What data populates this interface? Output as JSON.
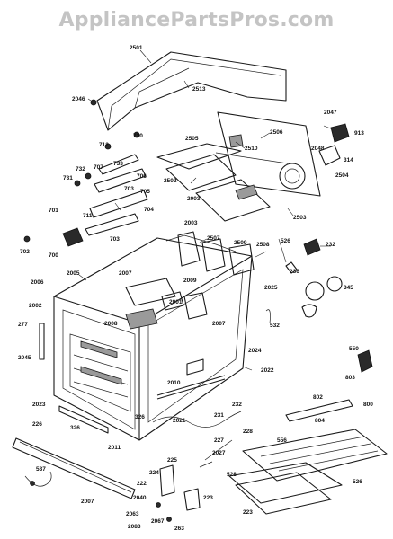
{
  "watermark": "AppliancePartsPros.com",
  "labels": [
    {
      "text": "2501"
    },
    {
      "text": "2513"
    },
    {
      "text": "2046"
    },
    {
      "text": "2047"
    },
    {
      "text": "913"
    },
    {
      "text": "2048"
    },
    {
      "text": "314"
    },
    {
      "text": "2504"
    },
    {
      "text": "2503"
    },
    {
      "text": "2506"
    },
    {
      "text": "2510"
    },
    {
      "text": "2505"
    },
    {
      "text": "2502"
    },
    {
      "text": "2003"
    },
    {
      "text": "2003"
    },
    {
      "text": "2507"
    },
    {
      "text": "2509"
    },
    {
      "text": "2508"
    },
    {
      "text": "720"
    },
    {
      "text": "712"
    },
    {
      "text": "707"
    },
    {
      "text": "733"
    },
    {
      "text": "732"
    },
    {
      "text": "731"
    },
    {
      "text": "706"
    },
    {
      "text": "705"
    },
    {
      "text": "704"
    },
    {
      "text": "703"
    },
    {
      "text": "711"
    },
    {
      "text": "701"
    },
    {
      "text": "703"
    },
    {
      "text": "702"
    },
    {
      "text": "700"
    },
    {
      "text": "2005"
    },
    {
      "text": "2006"
    },
    {
      "text": "2002"
    },
    {
      "text": "2007"
    },
    {
      "text": "2008"
    },
    {
      "text": "2001"
    },
    {
      "text": "2009"
    },
    {
      "text": "2007"
    },
    {
      "text": "526"
    },
    {
      "text": "232"
    },
    {
      "text": "236"
    },
    {
      "text": "345"
    },
    {
      "text": "2025"
    },
    {
      "text": "2024"
    },
    {
      "text": "532"
    },
    {
      "text": "277"
    },
    {
      "text": "2045"
    },
    {
      "text": "2022"
    },
    {
      "text": "550"
    },
    {
      "text": "2023"
    },
    {
      "text": "226"
    },
    {
      "text": "326"
    },
    {
      "text": "2011"
    },
    {
      "text": "2010"
    },
    {
      "text": "2021"
    },
    {
      "text": "326"
    },
    {
      "text": "231"
    },
    {
      "text": "232"
    },
    {
      "text": "227"
    },
    {
      "text": "228"
    },
    {
      "text": "802"
    },
    {
      "text": "804"
    },
    {
      "text": "803"
    },
    {
      "text": "800"
    },
    {
      "text": "556"
    },
    {
      "text": "528"
    },
    {
      "text": "526"
    },
    {
      "text": "537"
    },
    {
      "text": "2007"
    },
    {
      "text": "225"
    },
    {
      "text": "224"
    },
    {
      "text": "222"
    },
    {
      "text": "223"
    },
    {
      "text": "223"
    },
    {
      "text": "2040"
    },
    {
      "text": "2063"
    },
    {
      "text": "2067"
    },
    {
      "text": "2083"
    },
    {
      "text": "263"
    },
    {
      "text": "2027"
    }
  ]
}
